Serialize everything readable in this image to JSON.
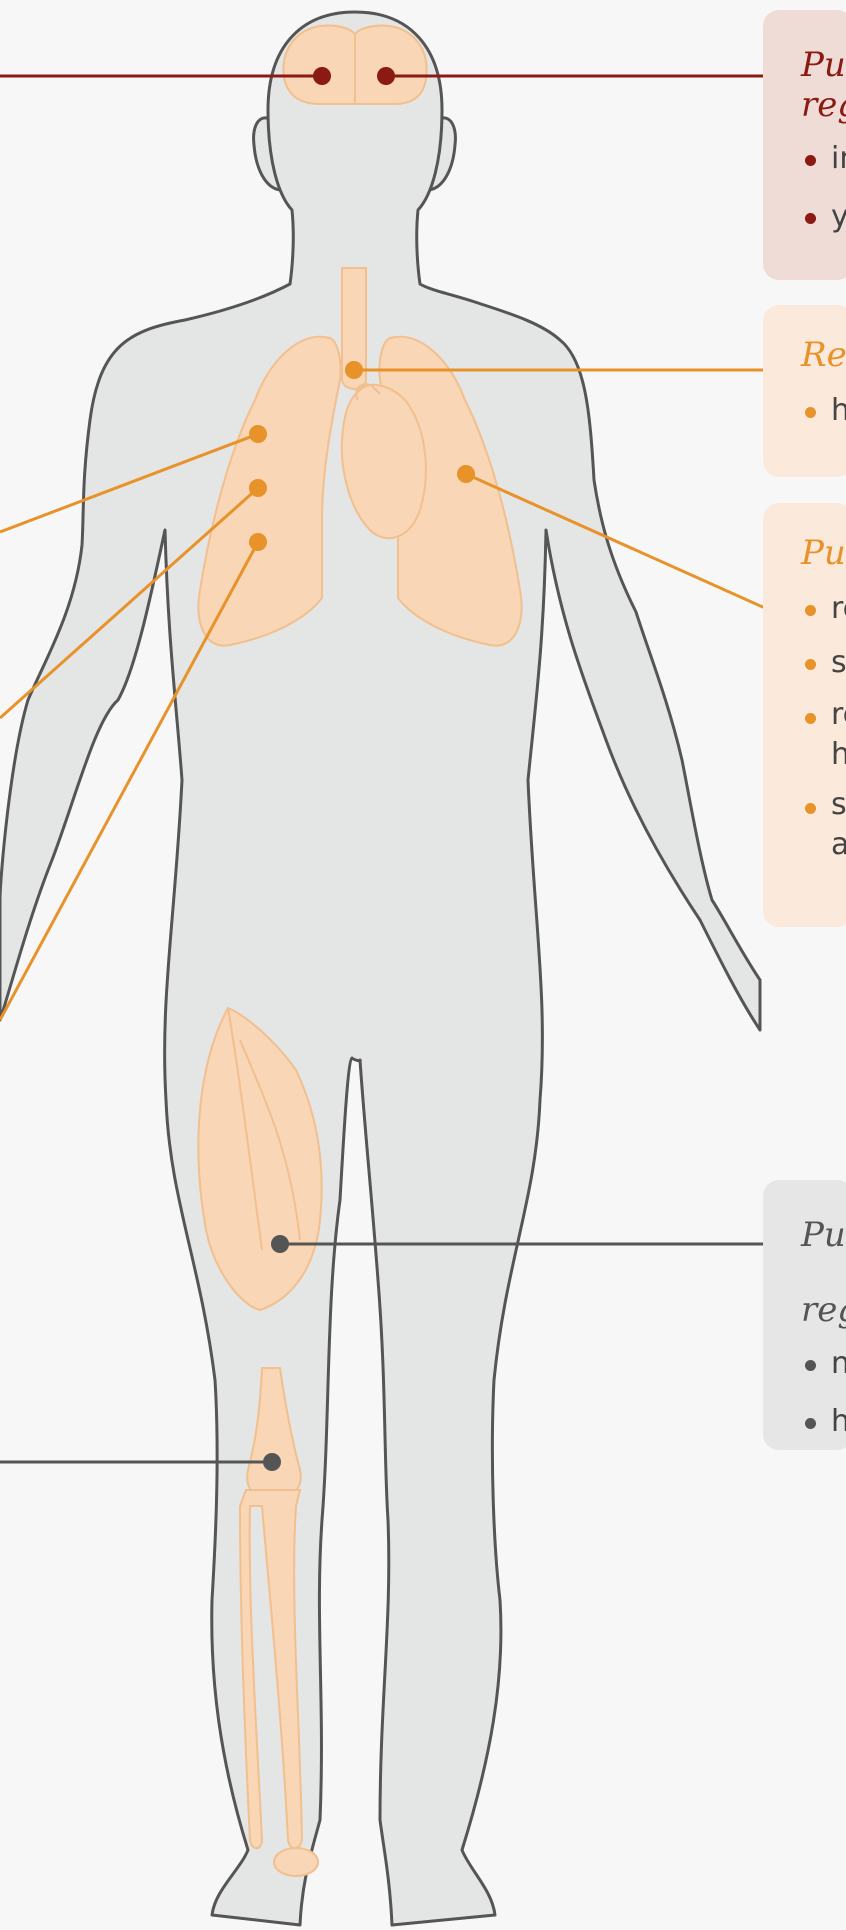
{
  "callouts": {
    "brain": {
      "title_lines": [
        "Pu",
        "reg"
      ],
      "items": [
        "in",
        "y"
      ],
      "color": "#8b1a12",
      "background": "#efdcd7"
    },
    "respiratory": {
      "title_lines": [
        "Re"
      ],
      "items": [
        "h"
      ],
      "color": "#e8922a",
      "background": "#fbeadb"
    },
    "pulmonary": {
      "title_lines": [
        "Pu"
      ],
      "items": [
        "re",
        "s",
        "re h",
        "s a"
      ],
      "color": "#e8922a",
      "background": "#fbeadb"
    },
    "musculoskeletal": {
      "title_lines": [
        "Pu",
        "reg"
      ],
      "items": [
        "n",
        "h"
      ],
      "color": "#555555",
      "background": "#e6e6e7"
    }
  },
  "colors": {
    "body_fill": "#e4e5e5",
    "body_outline": "#555555",
    "organ_fill": "#f8d6b6",
    "organ_outline": "#f2bf8e",
    "leader_red": "#8b1a12",
    "leader_orange": "#e8922a",
    "leader_gray": "#555555"
  },
  "icons": {
    "figure": "human-body-outline",
    "organs": [
      "brain-icon",
      "trachea-icon",
      "heart-icon",
      "lungs-icon",
      "thigh-muscle-icon",
      "leg-bones-icon"
    ]
  }
}
